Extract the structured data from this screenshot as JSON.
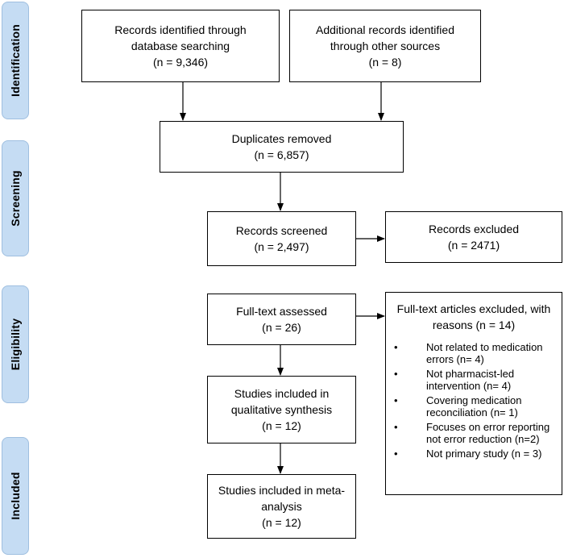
{
  "phases": {
    "identification": "Identification",
    "screening": "Screening",
    "eligibility": "Eligibility",
    "included": "Included"
  },
  "boxes": {
    "records_identified": [
      "Records identified through",
      "database searching",
      "(n = 9,346)"
    ],
    "additional_records": [
      "Additional records identified",
      "through other sources",
      "(n = 8)"
    ],
    "duplicates_removed": [
      "Duplicates removed",
      "(n = 6,857)"
    ],
    "records_screened": [
      "Records screened",
      "(n = 2,497)"
    ],
    "records_excluded": [
      "Records excluded",
      "(n = 2471)"
    ],
    "fulltext_assessed": [
      "Full-text assessed",
      "(n = 26)"
    ],
    "qualitative_synthesis": [
      "Studies included in",
      "qualitative synthesis",
      "(n = 12)"
    ],
    "meta_analysis": [
      "Studies included in meta-",
      "analysis",
      "(n = 12)"
    ]
  },
  "exclusions": {
    "title": [
      "Full-text articles excluded, with",
      "reasons (n = 14)"
    ],
    "bullet": "•",
    "reasons": [
      [
        "Not related to medication",
        "errors  (n= 4)"
      ],
      [
        "Not pharmacist-led",
        "intervention (n= 4)"
      ],
      [
        "Covering medication",
        "reconciliation (n= 1)"
      ],
      [
        "Focuses on error reporting",
        "not error reduction (n=2)"
      ],
      [
        "Not primary study (n = 3)"
      ]
    ]
  }
}
